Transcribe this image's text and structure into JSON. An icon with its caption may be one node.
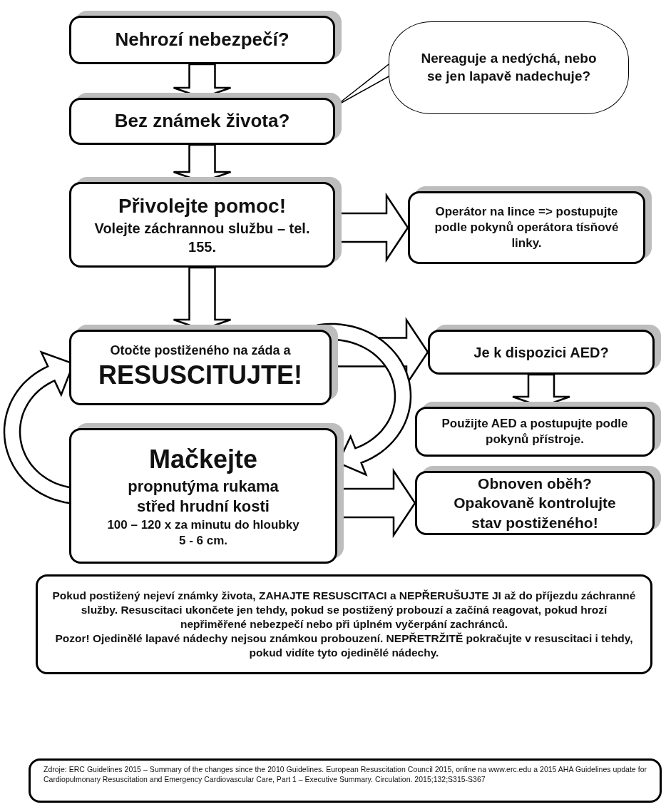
{
  "diagram": {
    "nodes": [
      {
        "text": [
          "Nehrozí nebezpečí?"
        ]
      },
      {
        "text": [
          "Bez známek života?"
        ]
      },
      {
        "text": [
          "Nereaguje a nedýchá, nebo se jen lapavě nadechuje?"
        ]
      },
      {
        "text": [
          "Přivolejte pomoc!",
          "Volejte záchrannou službu – tel. 155."
        ]
      },
      {
        "text": [
          "Operátor na lince => postupujte podle pokynů operátora tísňové linky."
        ]
      },
      {
        "text": [
          "Otočte postiženého na záda a",
          "RESUSCITUJTE!"
        ]
      },
      {
        "text": [
          "Je k dispozici AED?"
        ]
      },
      {
        "text": [
          "Použijte AED a postupujte podle pokynů přístroje."
        ]
      },
      {
        "text": [
          "Mačkejte",
          "propnutýma rukama střed hrudní kosti",
          "100 – 120 x za minutu do hloubky 5 - 6 cm."
        ]
      },
      {
        "text": [
          "Obnoven oběh?",
          "Opakovaně kontrolujte stav postiženého!"
        ]
      },
      {
        "text": [
          "Pokud postižený nejeví známky života, ZAHAJTE RESUSCITACI a NEPŘERUŠUJTE JI až do příjezdu záchranné služby. Resuscitaci ukončete jen tehdy, pokud se postižený probouzí a začíná reagovat, pokud hrozí nepřiměřené nebezpečí nebo při úplném vyčerpání zachránců.",
          "Pozor! Ojedinělé lapavé nádechy nejsou známkou probouzení. NEPŘETRŽITĚ pokračujte v resuscitaci i tehdy, pokud vidíte tyto ojedinělé nádechy."
        ]
      },
      {
        "text": [
          "Zdroje: ERC Guidelines 2015 – Summary of the changes since the 2010 Guidelines. European Resuscitation Council 2015, online na www.erc.edu a 2015 AHA Guidelines update for Cardiopulmonary Resuscitation and Emergency Cardiovascular Care, Part 1 – Executive Summary. Circulation. 2015;132;S315-S367"
        ]
      }
    ],
    "edges": [
      {
        "from": 0,
        "to": 1,
        "arrow": "to"
      },
      {
        "from": 2,
        "to": 1,
        "arrow": "none"
      },
      {
        "from": 1,
        "to": 3,
        "arrow": "to"
      },
      {
        "from": 3,
        "to": 4,
        "arrow": "to"
      },
      {
        "from": 3,
        "to": 5,
        "arrow": "to"
      },
      {
        "from": 5,
        "to": 6,
        "arrow": "to"
      },
      {
        "from": 6,
        "to": 7,
        "arrow": "to"
      },
      {
        "from": 8,
        "to": 5,
        "arrow": "to"
      },
      {
        "from": 5,
        "to": 8,
        "arrow": "to"
      },
      {
        "from": 8,
        "to": 9,
        "arrow": "to"
      }
    ]
  }
}
